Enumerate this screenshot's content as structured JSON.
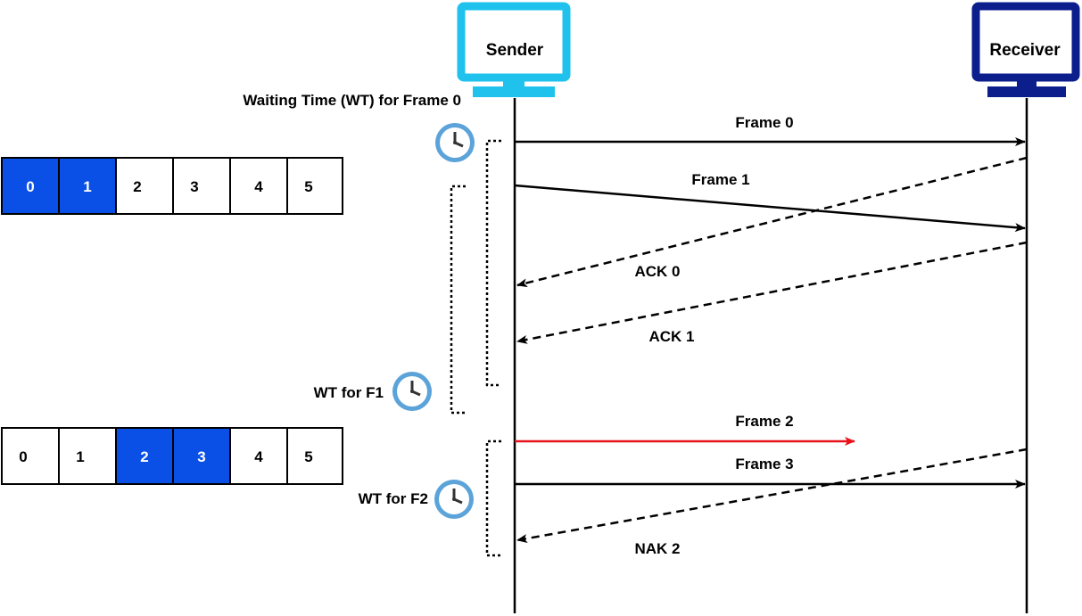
{
  "nodes": {
    "sender": {
      "label": "Sender",
      "color": "#1EC2EC"
    },
    "receiver": {
      "label": "Receiver",
      "color": "#0B1E8C"
    }
  },
  "timers": {
    "wt_frame0": "Waiting Time (WT) for Frame 0",
    "wt_f1": "WT for F1",
    "wt_f2": "WT for F2"
  },
  "messages": [
    {
      "id": "frame0",
      "label": "Frame 0"
    },
    {
      "id": "frame1",
      "label": "Frame 1"
    },
    {
      "id": "ack0",
      "label": "ACK 0"
    },
    {
      "id": "ack1",
      "label": "ACK 1"
    },
    {
      "id": "frame2",
      "label": "Frame 2"
    },
    {
      "id": "frame3",
      "label": "Frame 3"
    },
    {
      "id": "nak2",
      "label": "NAK 2"
    }
  ],
  "windows": [
    {
      "cells": [
        "0",
        "1",
        "2",
        "3",
        "4",
        "5"
      ],
      "highlighted": [
        0,
        1
      ]
    },
    {
      "cells": [
        "0",
        "1",
        "2",
        "3",
        "4",
        "5"
      ],
      "highlighted": [
        2,
        3
      ]
    }
  ],
  "colors": {
    "highlight": "#0A4FE6",
    "lost_frame": "#E8131A",
    "clock_ring": "#5BA3D9",
    "line": "#000000"
  }
}
